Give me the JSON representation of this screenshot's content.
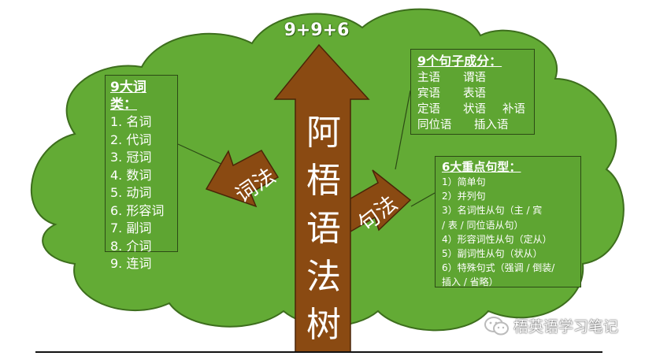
{
  "formula": "9+9+6",
  "trunk_chars": [
    "阿",
    "梧",
    "语",
    "法",
    "树"
  ],
  "left_arrow_label": "词法",
  "right_arrow_label": "句法",
  "word_classes": {
    "title": "9大词类：",
    "items": [
      "1. 名词",
      "2. 代词",
      "3. 冠词",
      "4. 数词",
      "5. 动词",
      "6. 形容词",
      "7. 副词",
      "8. 介词",
      "9. 连词"
    ]
  },
  "sentence_components": {
    "title": "9个句子成分：",
    "rows": [
      [
        "主语",
        "谓语"
      ],
      [
        "宾语",
        "表语"
      ],
      [
        "定语",
        "状语",
        "补语"
      ],
      [
        "同位语",
        "插入语"
      ]
    ]
  },
  "sentence_patterns": {
    "title": "6大重点句型：",
    "lines": [
      "1）简单句",
      "2）并列句",
      "3）名词性从句（主 / 宾",
      "  / 表 / 同位语从句）",
      "4）形容词性从句（定从）",
      "5）副词性从句（状从）",
      "6）特殊句式（强调 / 倒装/",
      "插入 / 省略）"
    ]
  },
  "watermark": "梧英语学习笔记",
  "colors": {
    "canopy": "#63ab35",
    "canopy_outline": "#3d6e1d",
    "trunk": "#8a4a12",
    "trunk_outline": "#4a2508",
    "box_fill": "#5ea532",
    "text": "#ffffff"
  },
  "icons": {
    "watermark_icon": "wechat-icon"
  }
}
